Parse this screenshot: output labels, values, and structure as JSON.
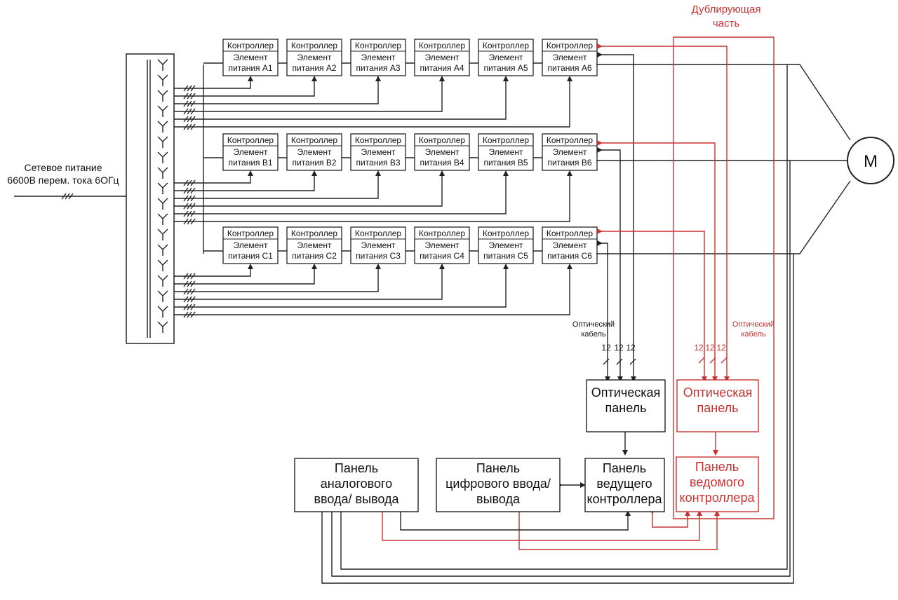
{
  "title": {
    "line1": "Дублирующая",
    "line2": "часть"
  },
  "supply": {
    "line1": "Сетевое питание",
    "line2": "6600В перем. тока 6ОГц"
  },
  "motor_label": "M",
  "cell_header": "Контроллер",
  "cell_line1": "Элемент",
  "rows": [
    [
      "питания A1",
      "питания A2",
      "питания A3",
      "питания A4",
      "питания A5",
      "питания A6"
    ],
    [
      "питания B1",
      "питания B2",
      "питания B3",
      "питания B4",
      "питания B5",
      "питания B6"
    ],
    [
      "питания C1",
      "питания C2",
      "питания C3",
      "питания C4",
      "питания C5",
      "питания C6"
    ]
  ],
  "optical_cable_black": {
    "line1": "Оптический",
    "line2": "кабель"
  },
  "optical_cable_red": {
    "line1": "Оптический",
    "line2": "кабель"
  },
  "cable_count": "12",
  "panels": {
    "optical_black": {
      "line1": "Оптическая",
      "line2": "панель"
    },
    "optical_red": {
      "line1": "Оптическая",
      "line2": "панель"
    },
    "analog": {
      "line1": "Панель",
      "line2": "аналогового",
      "line3": "ввода/ вывода"
    },
    "digital": {
      "line1": "Панель",
      "line2": "цифрового ввода/",
      "line3": "вывода"
    },
    "master": {
      "line1": "Панель",
      "line2": "ведущего",
      "line3": "контроллера"
    },
    "slave": {
      "line1": "Панель",
      "line2": "ведомого",
      "line3": "контроллера"
    }
  },
  "colors": {
    "line": "#222222",
    "redundant": "#c83232"
  }
}
